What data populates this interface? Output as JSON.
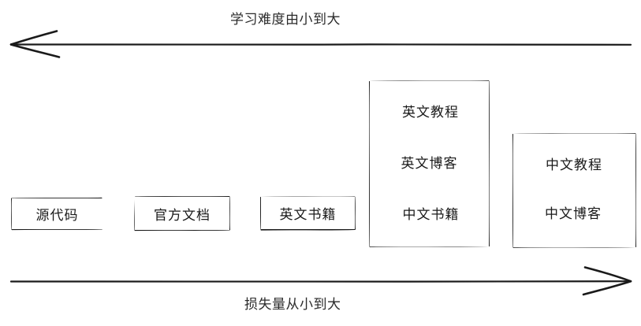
{
  "diagram": {
    "title_top": "学习难度由小到大",
    "title_bottom": "损失量从小到大",
    "style": "hand-drawn-sketch",
    "stroke_color": "#1a1a1a",
    "background_color": "#ffffff",
    "axes": [
      {
        "name": "top-axis",
        "label": "学习难度由小到大",
        "direction": "left",
        "arrow_head": "left"
      },
      {
        "name": "bottom-axis",
        "label": "损失量从小到大",
        "direction": "right",
        "arrow_head": "right"
      }
    ],
    "groups": [
      {
        "name": "group-source-code",
        "grouped": false,
        "items": [
          {
            "label": "源代码"
          }
        ]
      },
      {
        "name": "group-official-docs",
        "grouped": false,
        "items": [
          {
            "label": "官方文档"
          }
        ]
      },
      {
        "name": "group-english-books",
        "grouped": false,
        "items": [
          {
            "label": "英文书籍"
          }
        ]
      },
      {
        "name": "group-english-materials",
        "grouped": true,
        "items": [
          {
            "label": "英文教程"
          },
          {
            "label": "英文博客"
          },
          {
            "label": "中文书籍"
          }
        ]
      },
      {
        "name": "group-chinese-materials",
        "grouped": true,
        "items": [
          {
            "label": "中文教程"
          },
          {
            "label": "中文博客"
          }
        ]
      }
    ]
  }
}
